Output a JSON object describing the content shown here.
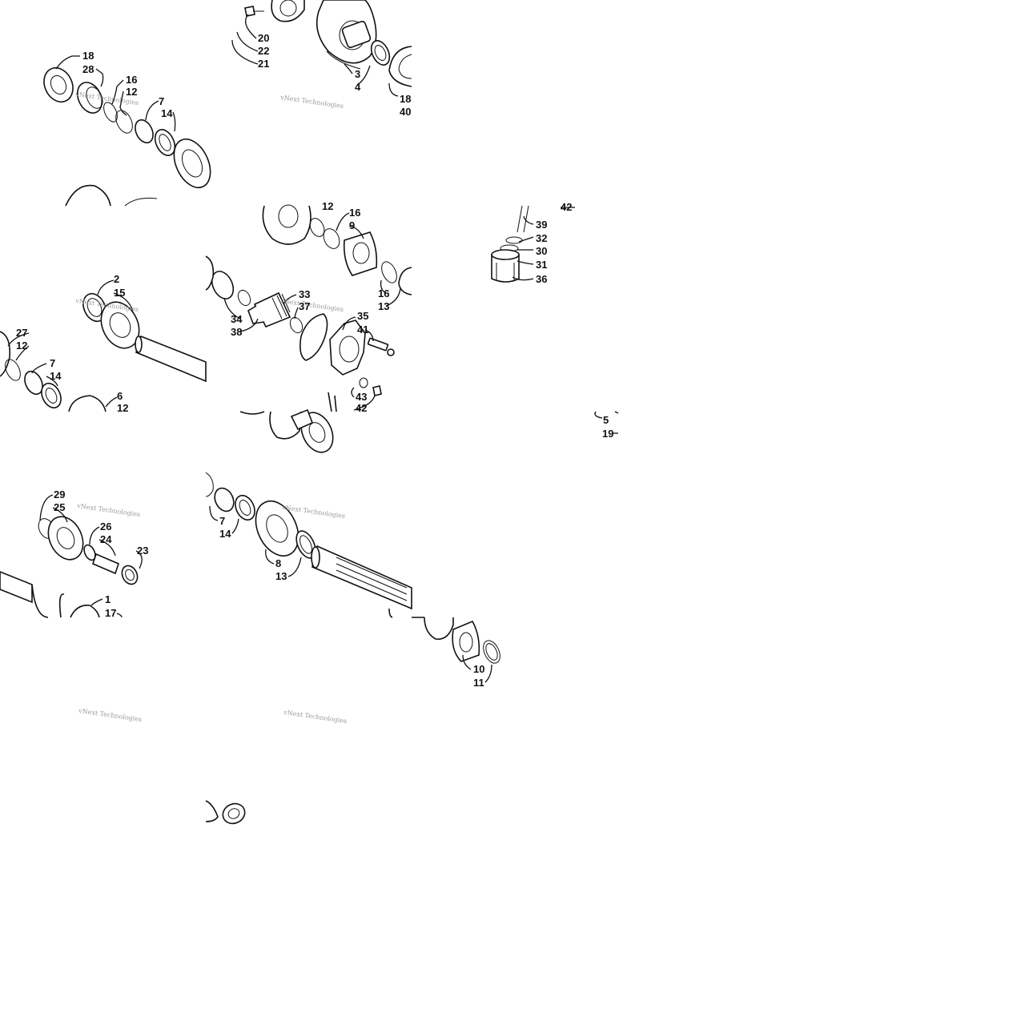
{
  "watermark": "vNext Technologies",
  "callouts": [
    {
      "id": "c01",
      "text": "18"
    },
    {
      "id": "c02",
      "text": "28"
    },
    {
      "id": "c03",
      "text": "16"
    },
    {
      "id": "c04",
      "text": "12"
    },
    {
      "id": "c05",
      "text": "7"
    },
    {
      "id": "c06",
      "text": "14"
    },
    {
      "id": "c07",
      "text": "20"
    },
    {
      "id": "c08",
      "text": "22"
    },
    {
      "id": "c09",
      "text": "21"
    },
    {
      "id": "c10",
      "text": "3"
    },
    {
      "id": "c11",
      "text": "4"
    },
    {
      "id": "c12",
      "text": "18"
    },
    {
      "id": "c13",
      "text": "40"
    },
    {
      "id": "c14",
      "text": "12"
    },
    {
      "id": "c15",
      "text": "16"
    },
    {
      "id": "c16",
      "text": "9"
    },
    {
      "id": "c17",
      "text": "42"
    },
    {
      "id": "c18",
      "text": "39"
    },
    {
      "id": "c19",
      "text": "32"
    },
    {
      "id": "c20",
      "text": "30"
    },
    {
      "id": "c21",
      "text": "31"
    },
    {
      "id": "c22",
      "text": "36"
    },
    {
      "id": "c23",
      "text": "2"
    },
    {
      "id": "c24",
      "text": "15"
    },
    {
      "id": "c25",
      "text": "16"
    },
    {
      "id": "c26",
      "text": "13"
    },
    {
      "id": "c27",
      "text": "33"
    },
    {
      "id": "c28",
      "text": "37"
    },
    {
      "id": "c29",
      "text": "34"
    },
    {
      "id": "c30",
      "text": "38"
    },
    {
      "id": "c31",
      "text": "35"
    },
    {
      "id": "c32",
      "text": "41"
    },
    {
      "id": "c33",
      "text": "27"
    },
    {
      "id": "c34",
      "text": "12"
    },
    {
      "id": "c35",
      "text": "7"
    },
    {
      "id": "c36",
      "text": "14"
    },
    {
      "id": "c37",
      "text": "6"
    },
    {
      "id": "c38",
      "text": "12"
    },
    {
      "id": "c39",
      "text": "43"
    },
    {
      "id": "c40",
      "text": "42"
    },
    {
      "id": "c41",
      "text": "5"
    },
    {
      "id": "c42",
      "text": "19"
    },
    {
      "id": "c43",
      "text": "29"
    },
    {
      "id": "c44",
      "text": "25"
    },
    {
      "id": "c45",
      "text": "26"
    },
    {
      "id": "c46",
      "text": "24"
    },
    {
      "id": "c47",
      "text": "23"
    },
    {
      "id": "c48",
      "text": "1"
    },
    {
      "id": "c49",
      "text": "17"
    },
    {
      "id": "c50",
      "text": "7"
    },
    {
      "id": "c51",
      "text": "14"
    },
    {
      "id": "c52",
      "text": "8"
    },
    {
      "id": "c53",
      "text": "13"
    },
    {
      "id": "c54",
      "text": "10"
    },
    {
      "id": "c55",
      "text": "11"
    }
  ]
}
